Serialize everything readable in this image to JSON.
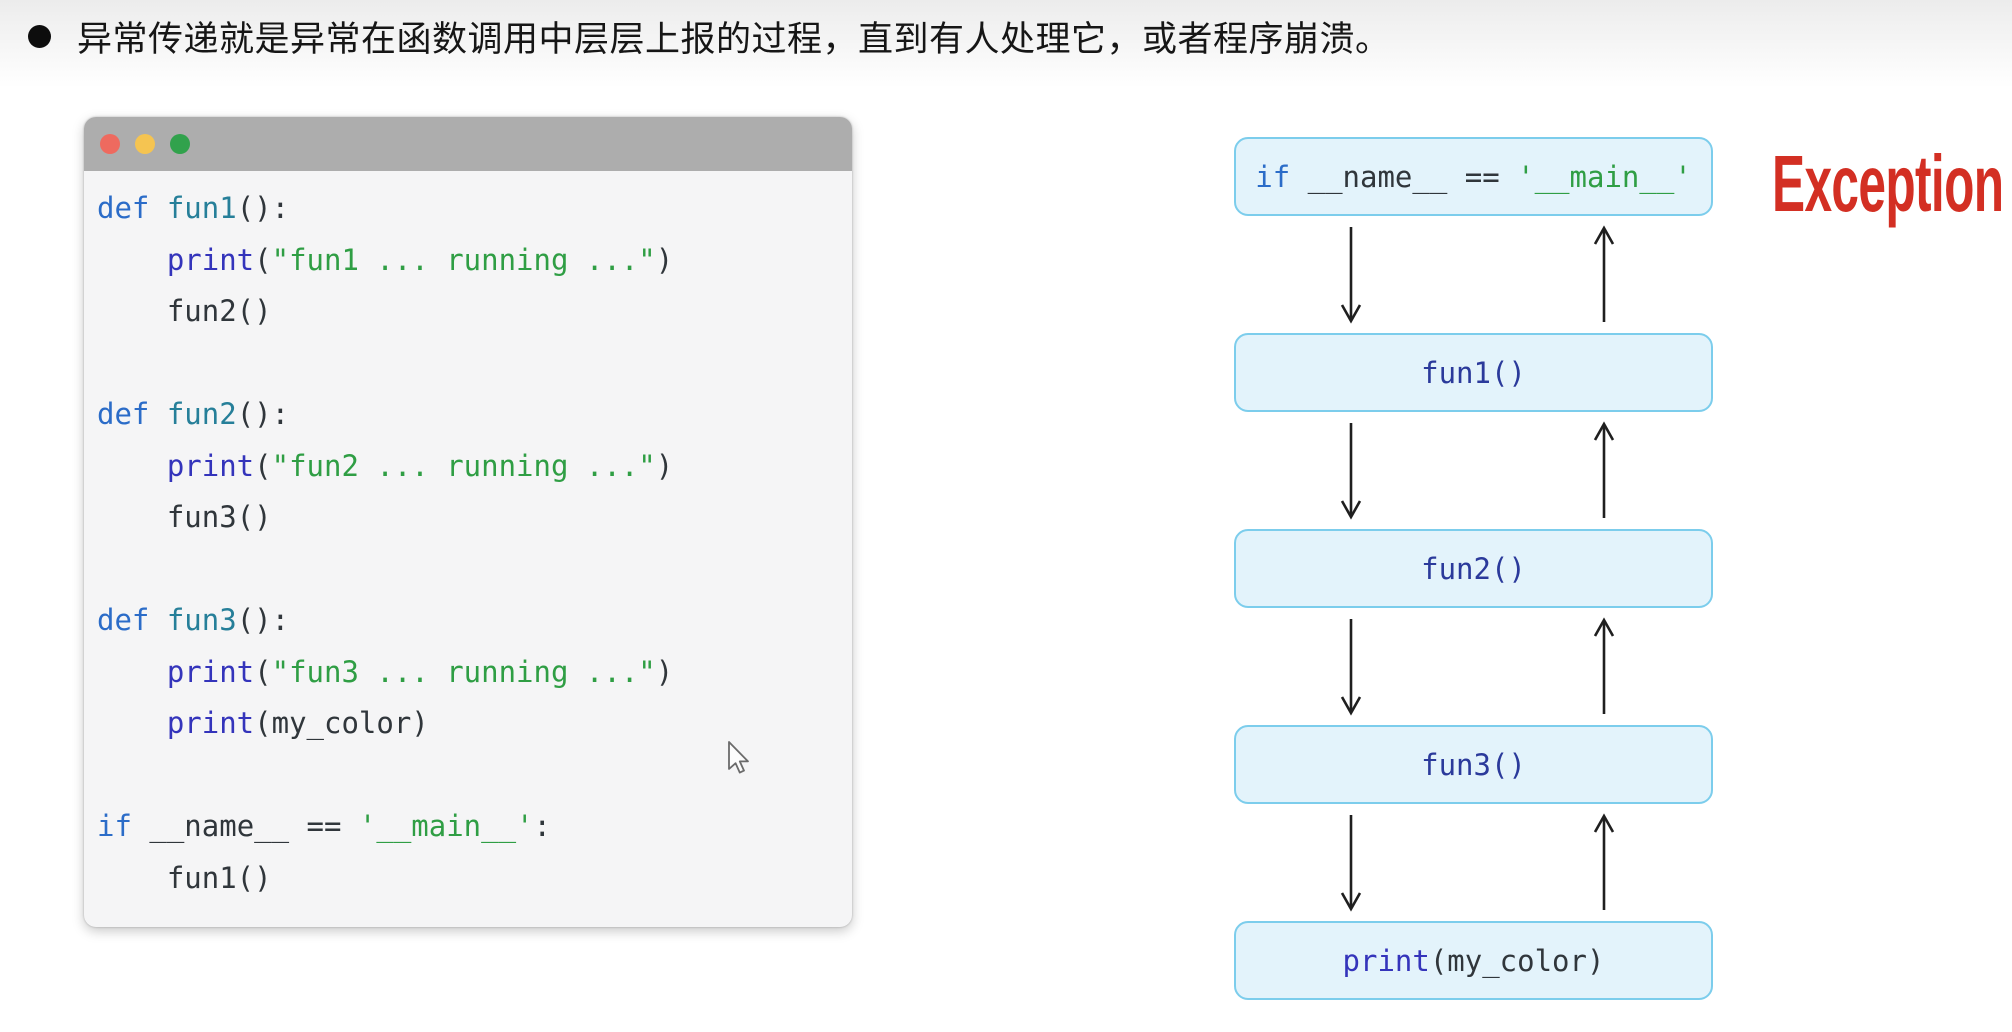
{
  "title": {
    "bullet_icon": "black-dot",
    "text": "异常传递就是异常在函数调用中层层上报的过程，直到有人处理它，或者程序崩溃。"
  },
  "window": {
    "traffic_lights": [
      {
        "name": "close",
        "color": "#ee6a5f"
      },
      {
        "name": "minimize",
        "color": "#f5c451"
      },
      {
        "name": "maximize",
        "color": "#31a24c"
      }
    ],
    "code_lines": [
      [
        {
          "t": "def ",
          "c": "kw"
        },
        {
          "t": "fun1",
          "c": "fn"
        },
        {
          "t": "():",
          "c": "pl"
        }
      ],
      [
        {
          "t": "    ",
          "c": "pl"
        },
        {
          "t": "print",
          "c": "pr"
        },
        {
          "t": "(",
          "c": "pl"
        },
        {
          "t": "\"fun1 ... running ...\"",
          "c": "str"
        },
        {
          "t": ")",
          "c": "pl"
        }
      ],
      [
        {
          "t": "    fun2()",
          "c": "pl"
        }
      ],
      [],
      [
        {
          "t": "def ",
          "c": "kw"
        },
        {
          "t": "fun2",
          "c": "fn"
        },
        {
          "t": "():",
          "c": "pl"
        }
      ],
      [
        {
          "t": "    ",
          "c": "pl"
        },
        {
          "t": "print",
          "c": "pr"
        },
        {
          "t": "(",
          "c": "pl"
        },
        {
          "t": "\"fun2 ... running ...\"",
          "c": "str"
        },
        {
          "t": ")",
          "c": "pl"
        }
      ],
      [
        {
          "t": "    fun3()",
          "c": "pl"
        }
      ],
      [],
      [
        {
          "t": "def ",
          "c": "kw"
        },
        {
          "t": "fun3",
          "c": "fn"
        },
        {
          "t": "():",
          "c": "pl"
        }
      ],
      [
        {
          "t": "    ",
          "c": "pl"
        },
        {
          "t": "print",
          "c": "pr"
        },
        {
          "t": "(",
          "c": "pl"
        },
        {
          "t": "\"fun3 ... running ...\"",
          "c": "str"
        },
        {
          "t": ")",
          "c": "pl"
        }
      ],
      [
        {
          "t": "    ",
          "c": "pl"
        },
        {
          "t": "print",
          "c": "pr"
        },
        {
          "t": "(my_color)",
          "c": "pl"
        }
      ],
      [],
      [
        {
          "t": "if ",
          "c": "kw"
        },
        {
          "t": "__name__ == ",
          "c": "pl"
        },
        {
          "t": "'__main__'",
          "c": "str"
        },
        {
          "t": ":",
          "c": "pl"
        }
      ],
      [
        {
          "t": "    fun1()",
          "c": "pl"
        }
      ]
    ]
  },
  "flow": {
    "nodes": [
      {
        "label_segments": [
          {
            "t": "if ",
            "c": "kw"
          },
          {
            "t": "__name__ == ",
            "c": "pl"
          },
          {
            "t": "'__main__'",
            "c": "str"
          }
        ]
      },
      {
        "label_segments": [
          {
            "t": "fun1()",
            "c": "nv"
          }
        ]
      },
      {
        "label_segments": [
          {
            "t": "fun2()",
            "c": "nv"
          }
        ]
      },
      {
        "label_segments": [
          {
            "t": "fun3()",
            "c": "nv"
          }
        ]
      },
      {
        "label_segments": [
          {
            "t": "print",
            "c": "pr"
          },
          {
            "t": "(my_color)",
            "c": "pl"
          }
        ]
      }
    ],
    "exception_label": "Exception",
    "arrow_pairs_between_nodes": 4,
    "arrow_directions": [
      "down-on-left",
      "up-on-right"
    ]
  },
  "colors": {
    "box_fill": "#e3f3fb",
    "box_border": "#7ccdec",
    "exception_red": "#d32f23",
    "keyword_blue": "#2b6cc8",
    "function_teal": "#267f99",
    "print_indigo": "#3434bb",
    "string_green": "#2f9e44",
    "plain_code": "#30363b",
    "flow_label_navy": "#2b3a9b",
    "titlebar_gray": "#adadad",
    "window_body": "#f5f5f6",
    "arrow_black": "#1f1f1f"
  }
}
